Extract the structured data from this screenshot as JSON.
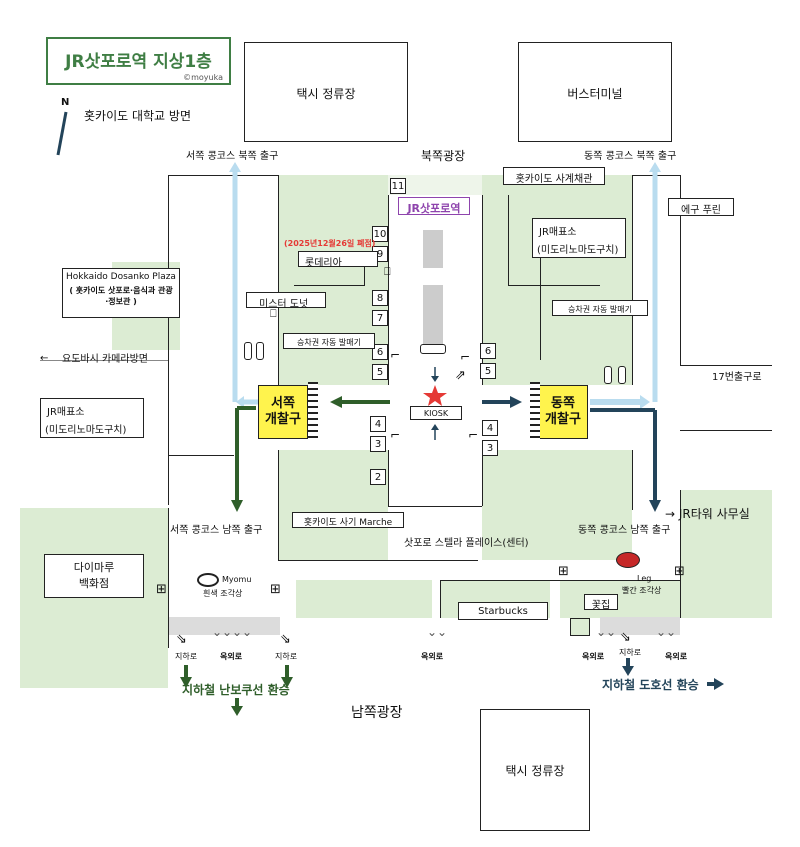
{
  "title": {
    "main": "JR삿포로역 지상1층",
    "credit": "©moyuka"
  },
  "north": {
    "symbol": "N",
    "direction_label": "홋카이도 대학교 방면"
  },
  "places": {
    "taxi_north": "택시 정류장",
    "bus_terminal": "버스터미널",
    "north_plaza": "북쪽광장",
    "station_name": "JR삿포로역",
    "west_north_exit": "서쪽 콩코스 북쪽 출구",
    "east_north_exit": "동쪽 콩코스 북쪽 출구",
    "hokkaido_four_seasons": "홋카이도 사계채관",
    "eki_purin": "에구 푸린",
    "dosanko_plaza": "Hokkaido Dosanko Plaza",
    "dosanko_sub": "( 홋카이도 삿포로·음식과 관광·정보관 )",
    "jr_ticket_east": "JR매표소",
    "jr_ticket_east_sub": "(미도리노마도구치)",
    "jr_ticket_west": "JR매표소",
    "jr_ticket_west_sub": "(미도리노마도구치)",
    "closing_notice": "(2025년12월26일 폐점)",
    "lotteria": "롯데리아",
    "mister_donut": "미스터 도넛",
    "ticket_machine_west": "승차권 자동 발매기",
    "ticket_machine_east": "승차권 자동 발매기",
    "yodobashi": "요도바시 카메라방면",
    "exit17": "17번출구로",
    "kiosk": "KIOSK",
    "west_gate": "서쪽\n개찰구",
    "east_gate": "동쪽\n개찰구",
    "jr_tower": "→ JR타워 사무실",
    "west_south_exit": "서쪽 콩코스 남쪽 출구",
    "east_south_exit": "동쪽 콩코스 남쪽 출구",
    "marche": "홋카이도 사기 Marche",
    "stellar": "삿포로 스텔라 플레이스(센터)",
    "daimaru": "다이마루\n백화점",
    "myomu": "Myomu",
    "myomu_sub": "흰색 조각상",
    "leg": "Leg",
    "leg_sub": "빨간 조각상",
    "starbucks": "Starbucks",
    "flower": "꽃집",
    "underground_1": "지하로",
    "underground_2": "지하로",
    "underground_3": "지하로",
    "outdoor_1": "옥외로",
    "outdoor_2": "옥외로",
    "outdoor_3": "옥외로",
    "outdoor_4": "옥외로",
    "subway_namboku": "지하철 난보쿠선 환승",
    "subway_toho": "지하철 도호선 환승",
    "south_plaza": "남쪽광장",
    "taxi_south": "택시 정류장",
    "left_arrow": "←"
  },
  "platforms": [
    "11",
    "10",
    "9",
    "8",
    "7",
    "6",
    "5",
    "2",
    "4",
    "3",
    "6",
    "5",
    "4",
    "3"
  ],
  "colors": {
    "title_green": "#3f7e44",
    "walk_green": "#2f5e2a",
    "walk_navy": "#23445a",
    "area_green": "#dcecd3",
    "gate_yellow": "#fff34d",
    "star_red": "#e53935",
    "light_blue": "#b9dcef"
  }
}
